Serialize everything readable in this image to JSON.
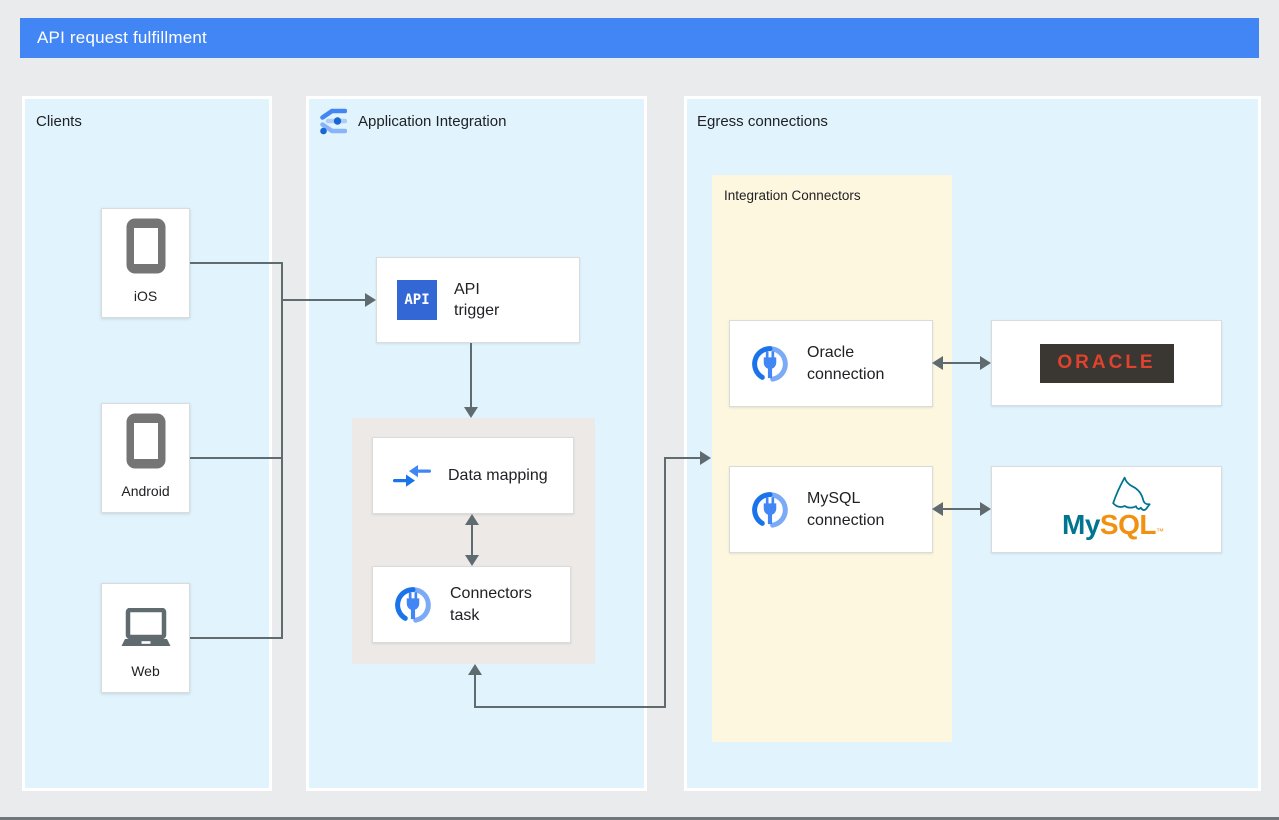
{
  "banner": {
    "title": "API request fulfillment"
  },
  "clients": {
    "title": "Clients",
    "items": [
      {
        "label": "iOS",
        "icon": "smartphone-icon"
      },
      {
        "label": "Android",
        "icon": "smartphone-icon"
      },
      {
        "label": "Web",
        "icon": "laptop-icon"
      }
    ]
  },
  "app_integration": {
    "title": "Application Integration",
    "icon": "application-integration-icon",
    "api_trigger": {
      "label": "API trigger",
      "badge_text": "API",
      "icon": "api-badge-icon"
    },
    "data_mapping": {
      "label": "Data mapping",
      "icon": "data-mapping-arrows-icon"
    },
    "connectors_task": {
      "label": "Connectors task",
      "icon": "connector-plug-icon"
    }
  },
  "egress": {
    "title": "Egress connections",
    "connectors_panel": {
      "title": "Integration Connectors",
      "items": [
        {
          "label": "Oracle connection",
          "icon": "connector-plug-icon"
        },
        {
          "label": "MySQL connection",
          "icon": "connector-plug-icon"
        }
      ]
    },
    "targets": {
      "oracle": {
        "logo_text": "ORACLE"
      },
      "mysql": {
        "my": "My",
        "sql": "SQL",
        "tm": "™",
        "icon": "mysql-dolphin-icon"
      }
    }
  },
  "edges": [
    {
      "from": "iOS",
      "to": "API trigger",
      "type": "arrow"
    },
    {
      "from": "Android",
      "to": "API trigger",
      "type": "arrow"
    },
    {
      "from": "Web",
      "to": "API trigger",
      "type": "arrow"
    },
    {
      "from": "API trigger",
      "to": "Data mapping",
      "type": "arrow"
    },
    {
      "from": "Data mapping",
      "to": "Connectors task",
      "type": "bidirectional"
    },
    {
      "from": "Connectors task",
      "to": "Integration Connectors",
      "type": "bidirectional"
    },
    {
      "from": "Oracle connection",
      "to": "Oracle",
      "type": "bidirectional"
    },
    {
      "from": "MySQL connection",
      "to": "MySQL",
      "type": "bidirectional"
    }
  ],
  "colors": {
    "banner_blue": "#4285F4",
    "panel_blue": "#E1F4FD",
    "panel_yellow": "#FEF7E0",
    "container_gray": "#EDE9E6",
    "line_gray": "#5F6B6E",
    "api_badge_blue": "#3367D6",
    "oracle_dark": "#3A3632",
    "oracle_red": "#E0422E",
    "mysql_teal": "#00758F",
    "mysql_orange": "#F29111"
  }
}
